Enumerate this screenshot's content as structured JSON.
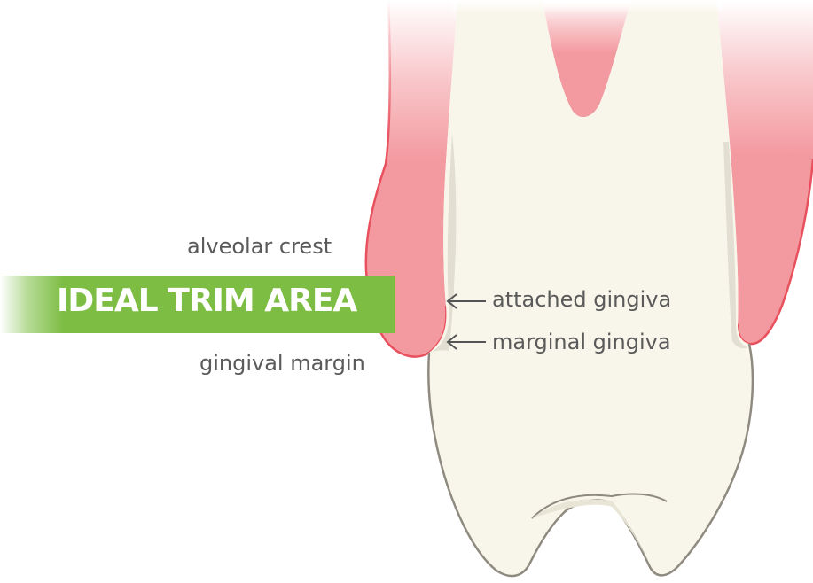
{
  "labels": {
    "alveolar_crest": "alveolar crest",
    "ideal_trim_area": "IDEAL TRIM AREA",
    "gingival_margin": "gingival margin",
    "attached_gingiva": "attached gingiva",
    "marginal_gingiva": "marginal gingiva"
  },
  "colors": {
    "gum_fill": "#f39aa0",
    "gum_outline": "#e8505d",
    "tooth_fill": "#f8f6ea",
    "tooth_outline": "#8f8a80",
    "trim_band": "#7dbd43",
    "label_text": "#5a5a5a",
    "arrow": "#555555"
  }
}
